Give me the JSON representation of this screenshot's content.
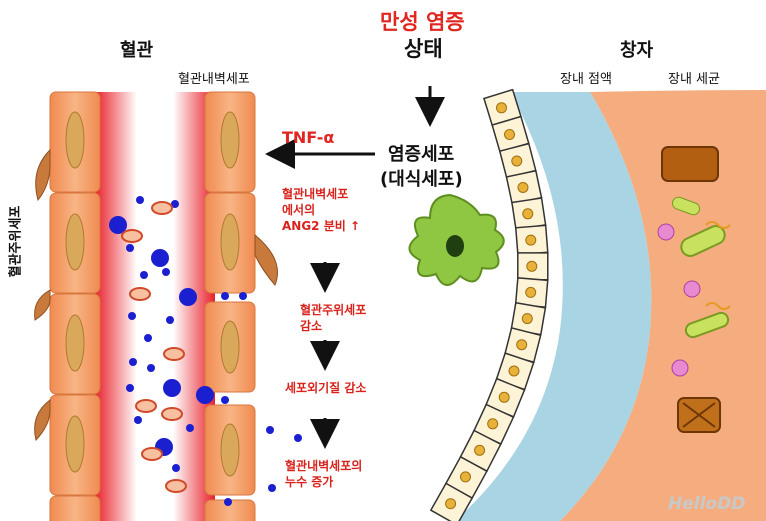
{
  "title": {
    "line1": "만성 염증",
    "line2": "상태"
  },
  "left": {
    "vessel": "혈관",
    "endothelial": "혈관내벽세포",
    "pericyte": "혈관주위세포"
  },
  "right": {
    "gut": "창자",
    "mucosa": "장내 점액",
    "bacteria": "장내 세균"
  },
  "center": {
    "cytokine": "TNF-α",
    "cell_line1": "염증세포",
    "cell_line2": "(대식세포)"
  },
  "steps": [
    {
      "line1": "혈관내벽세포",
      "line2": "에서의",
      "line3": "ANG2 분비 ↑"
    },
    {
      "line1": "혈관주위세포",
      "line2": "감소"
    },
    {
      "line1": "세포외기질 감소"
    },
    {
      "line1": "혈관내벽세포의",
      "line2": "누수 증가"
    }
  ],
  "watermark": "HelloDD",
  "colors": {
    "accent": "#e0261f",
    "cell": "#f2a36c",
    "nucleus": "#d9a85a",
    "mucus": "#a9d4e3",
    "lumen": "#f5ad80",
    "macrophage": "#8fc743"
  }
}
